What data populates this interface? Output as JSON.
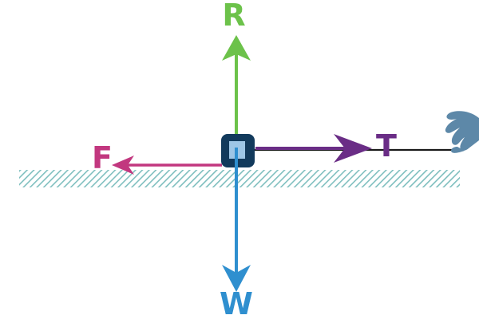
{
  "forces": {
    "R": {
      "label": "R",
      "color": "#6cc24a"
    },
    "W": {
      "label": "W",
      "color": "#2f8fcf"
    },
    "F": {
      "label": "F",
      "color": "#c2377f"
    },
    "T": {
      "label": "T",
      "color": "#6a2d86"
    }
  },
  "colors": {
    "surface": "#7fbfbf",
    "block_border": "#123a5c",
    "block_fill": "#9ec6e6",
    "hand": "#5d88a8",
    "string": "#1a1a1a"
  },
  "icons": {
    "hand": "hand-icon"
  }
}
